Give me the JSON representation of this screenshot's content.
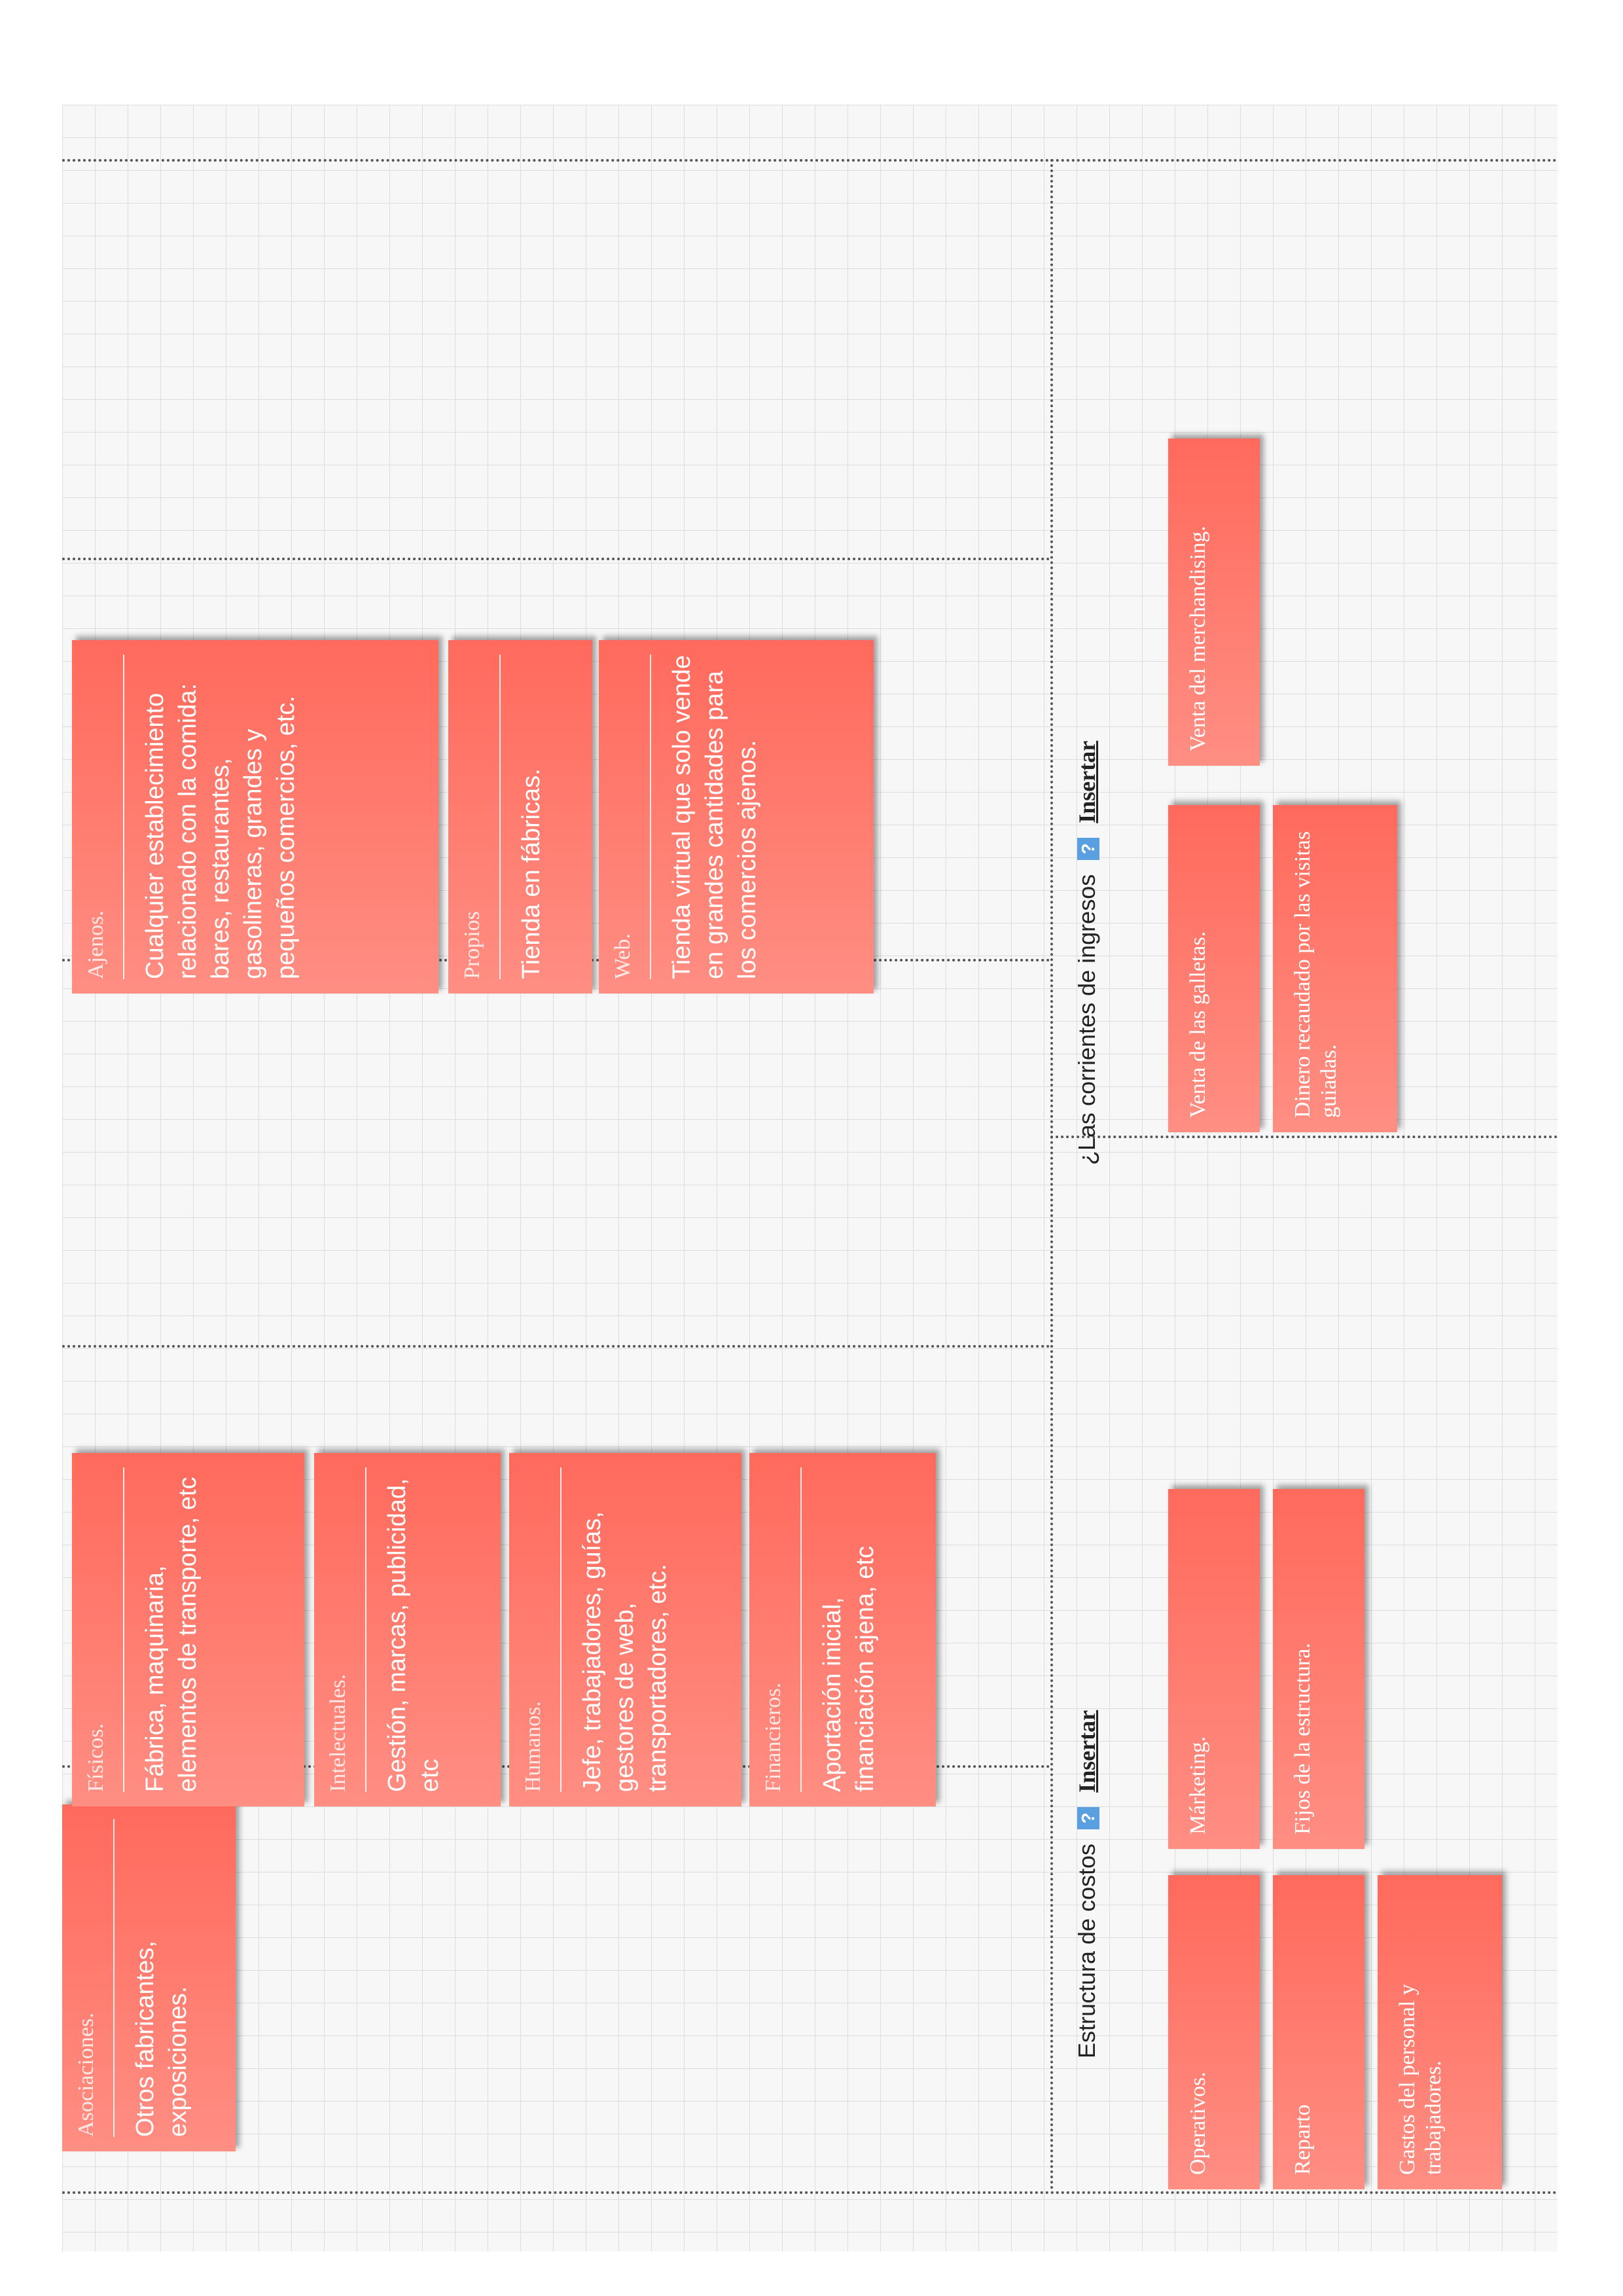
{
  "key_partners": {
    "notes": [
      {
        "title": "Asociaciones.",
        "body": "Otros fabricantes, exposiciones."
      }
    ]
  },
  "key_resources": {
    "notes": [
      {
        "title": "Físicos.",
        "body": "Fábrica, maquinaria, elementos de transporte, etc"
      },
      {
        "title": "Intelectuales.",
        "body": "Gestión, marcas, publicidad, etc"
      },
      {
        "title": "Humanos.",
        "body": "Jefe, trabajadores, guías, gestores de web, transportadores, etc."
      },
      {
        "title": "Financieros.",
        "body": "Aportación inicial, financiación ajena, etc"
      }
    ]
  },
  "channels": {
    "notes": [
      {
        "title": "Ajenos.",
        "body": "Cualquier establecimiento relacionado con la comida: bares, restaurantes, gasolineras, grandes y pequeños comercios, etc."
      },
      {
        "title": "Propios",
        "body": "Tienda en fábricas."
      },
      {
        "title": "Web.",
        "body": "Tienda virtual que solo vende en grandes cantidades para los comercios ajenos."
      }
    ]
  },
  "cost_structure": {
    "label": "Estructura de costos",
    "help": "?",
    "insert": "Insertar",
    "notes": [
      "Operativos.",
      "Reparto",
      "Gastos del personal y trabajadores.",
      "Márketing.",
      "Fijos de la estructura."
    ]
  },
  "revenue_streams": {
    "label": "¿Las corrientes de ingresos",
    "help": "?",
    "insert": "Insertar",
    "notes": [
      "Venta de las galletas.",
      "Dinero recaudado por las visitas guiadas.",
      "Venta del merchandising."
    ]
  }
}
